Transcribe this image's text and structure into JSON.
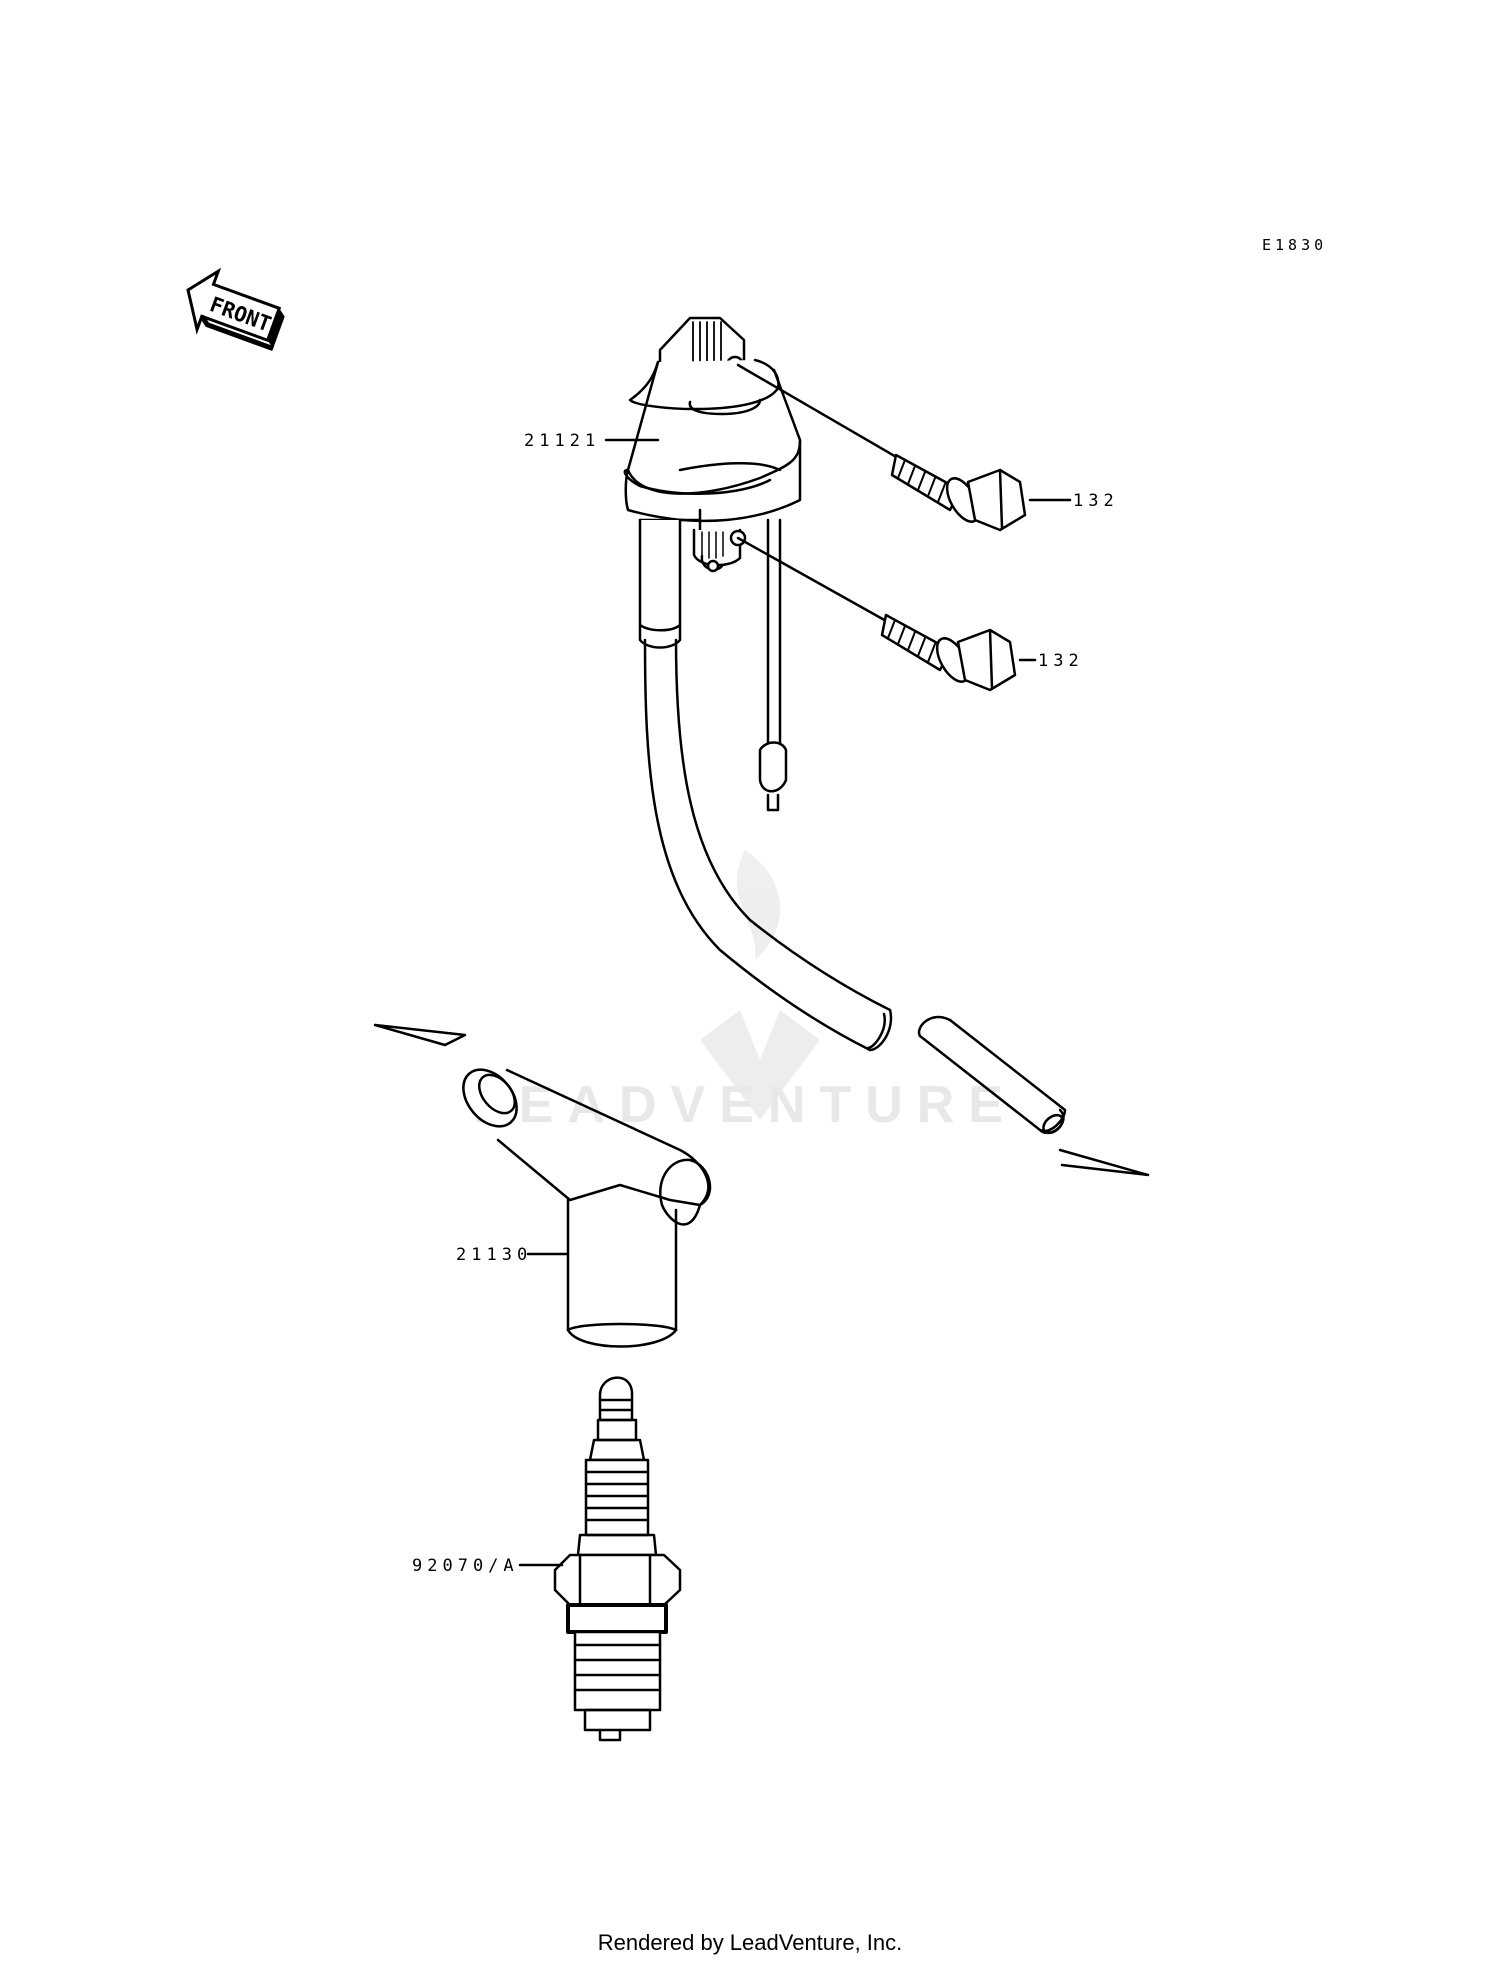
{
  "diagram_code": "E1830",
  "front_label": "FRONT",
  "parts": {
    "ignition_coil": "21121",
    "bolt_upper": "132",
    "bolt_lower": "132",
    "plug_cap": "21130",
    "spark_plug": "92070/A"
  },
  "watermark": "LEADVENTURE",
  "footer": "Rendered by LeadVenture, Inc."
}
